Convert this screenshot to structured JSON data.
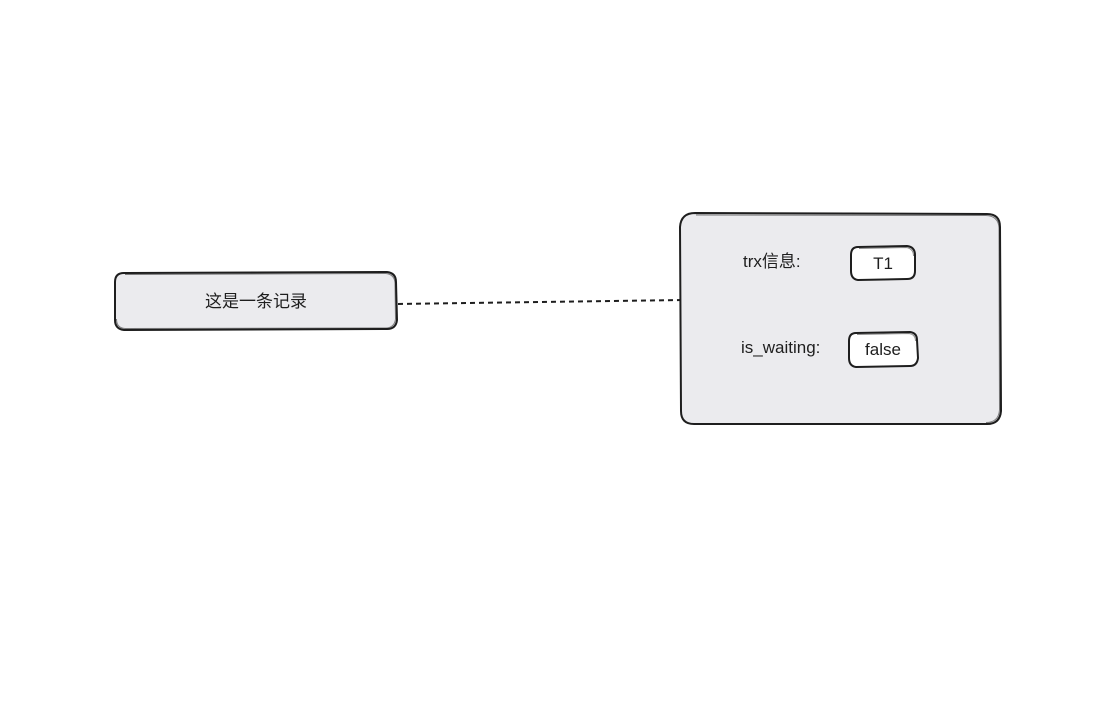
{
  "record": {
    "label": "这是一条记录"
  },
  "lock": {
    "trx_label": "trx信息:",
    "trx_value": "T1",
    "waiting_label": "is_waiting:",
    "waiting_value": "false"
  },
  "colors": {
    "box_fill": "#ebebee",
    "stroke": "#1e1e1e",
    "background": "#ffffff"
  }
}
